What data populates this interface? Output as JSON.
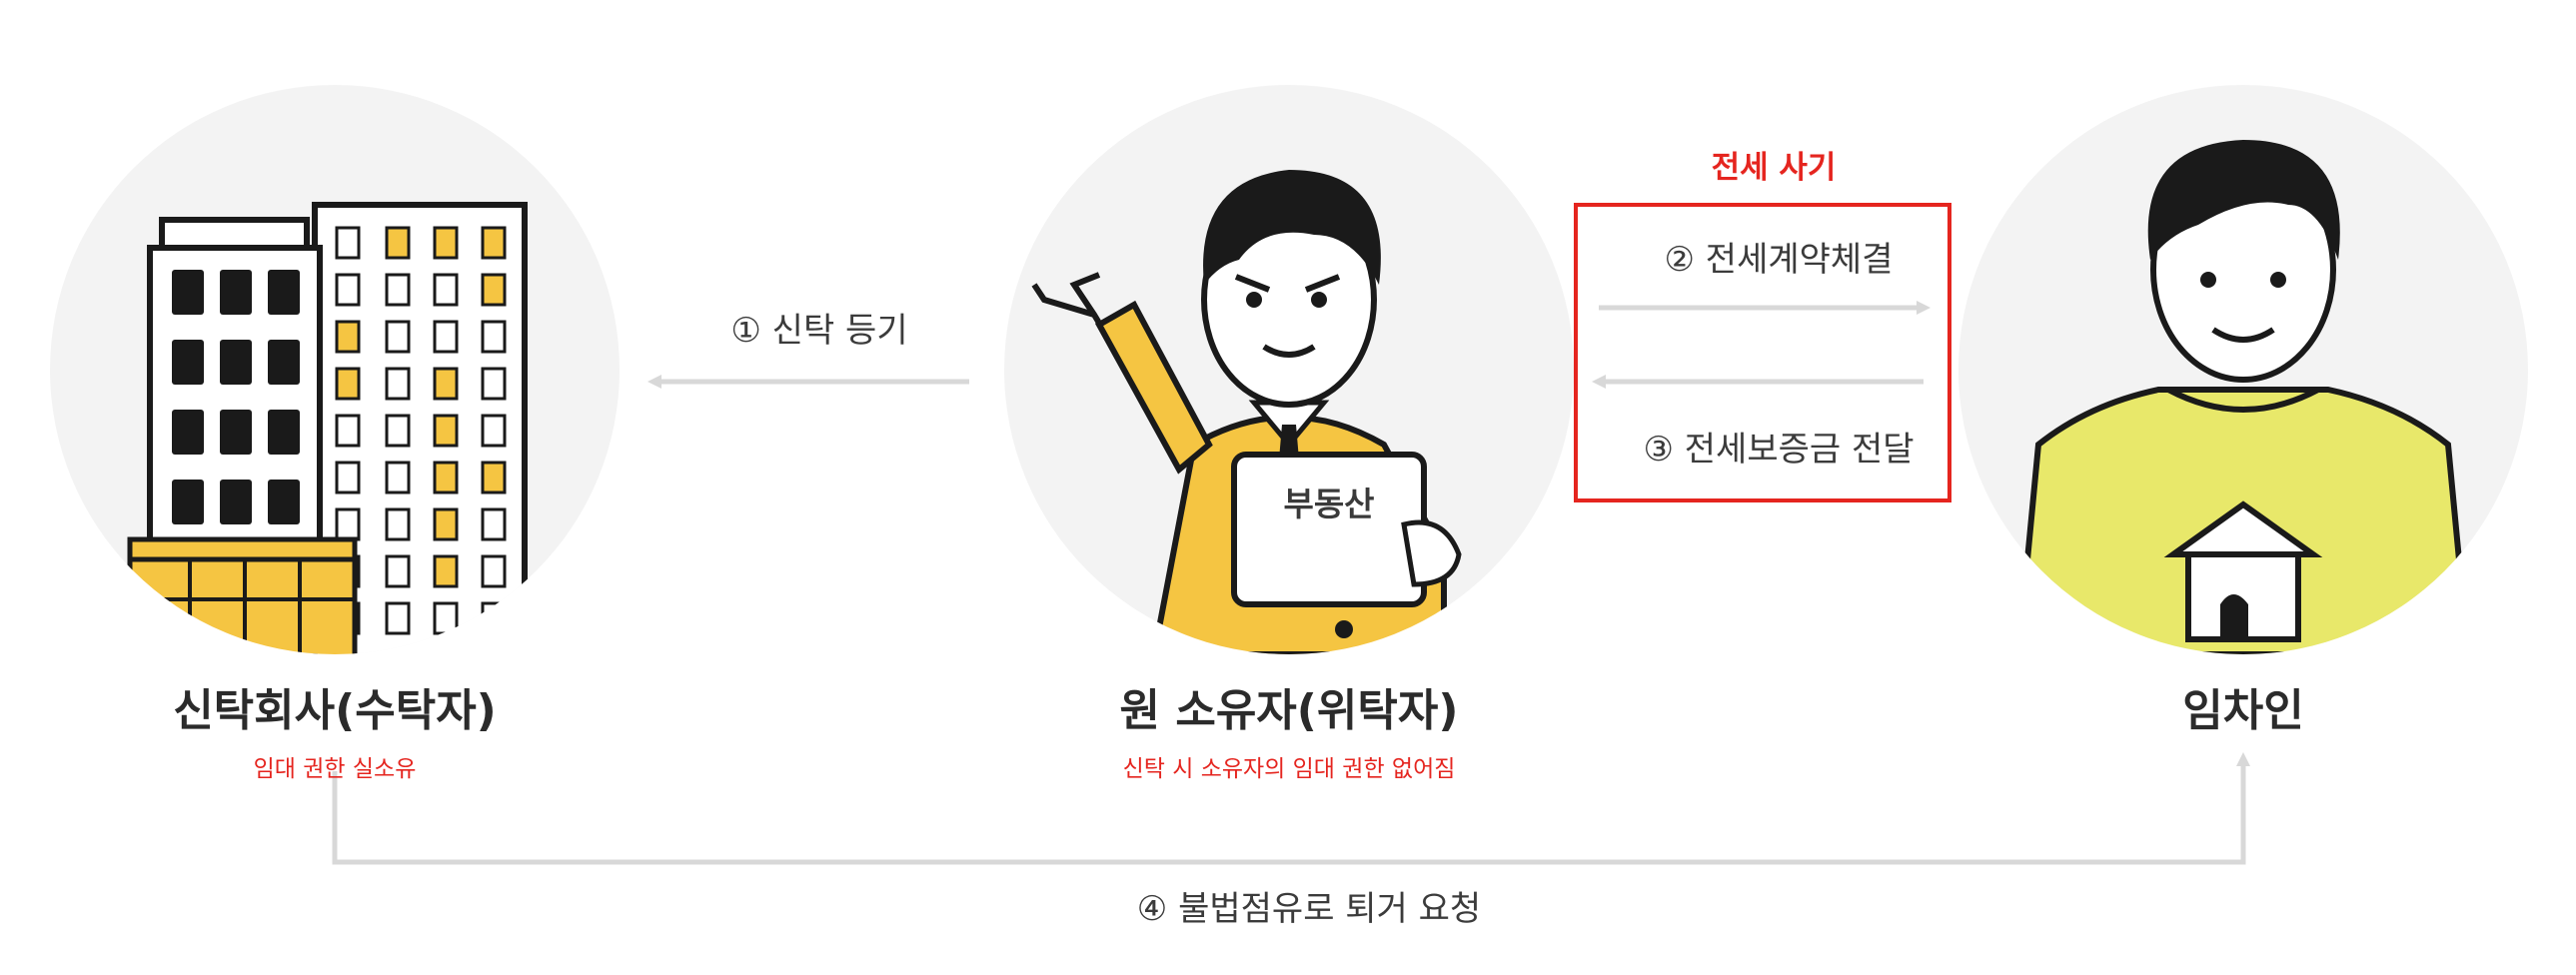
{
  "nodes": {
    "trust_company": {
      "name": "신탁회사(수탁자)",
      "note": "임대 권한 실소유"
    },
    "owner": {
      "name": "원 소유자(위탁자)",
      "note": "신탁 시 소유자의 임대 권한 없어짐",
      "tablet_label": "부동산"
    },
    "tenant": {
      "name": "임차인"
    }
  },
  "edges": {
    "trust_registration": "① 신탁 등기",
    "lease_contract": "② 전세계약체결",
    "deposit_delivery": "③ 전세보증금 전달",
    "eviction_request": "④ 불법점유로 퇴거 요청"
  },
  "fraud": {
    "label": "전세 사기"
  },
  "colors": {
    "accent_yellow": "#f5c542",
    "shirt_yellow": "#e8e86a",
    "alert_red": "#e5251f",
    "line_gray": "#d8d8d8",
    "circle_bg": "#f3f3f3"
  }
}
